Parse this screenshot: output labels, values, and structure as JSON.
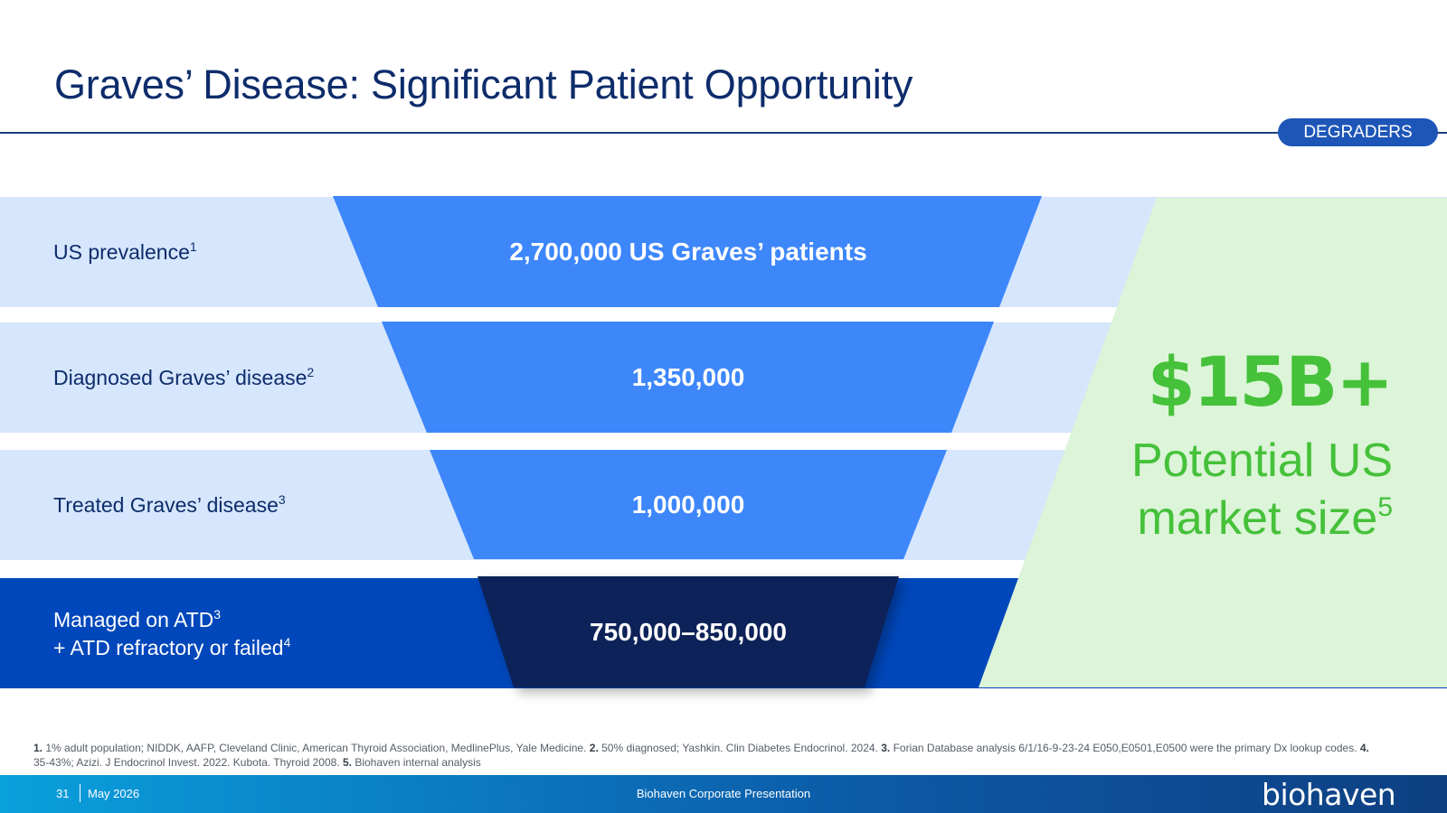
{
  "slide": {
    "title": "Graves’ Disease: Significant Patient Opportunity",
    "badge": "DEGRADERS"
  },
  "funnel": {
    "rows": [
      {
        "label": "US prevalence",
        "sup": "1",
        "value": "2,700,000 US Graves’ patients"
      },
      {
        "label": "Diagnosed Graves’ disease",
        "sup": "2",
        "value": "1,350,000"
      },
      {
        "label": "Treated Graves’ disease",
        "sup": "3",
        "value": "1,000,000"
      },
      {
        "label_line1": "Managed on ATD",
        "sup1": "3",
        "label_line2": "+ ATD refractory or failed",
        "sup2": "4",
        "value": "750,000–850,000"
      }
    ]
  },
  "market": {
    "amount": "$15B+",
    "line1": "Potential US",
    "line2": "market size",
    "sup": "5"
  },
  "footnotes": {
    "n1": "1.",
    "t1": " 1% adult population; NIDDK, AAFP, Cleveland Clinic, American Thyroid Association, MedlinePlus, Yale Medicine. ",
    "n2": "2.",
    "t2": " 50% diagnosed; Yashkin. Clin Diabetes Endocrinol. 2024. ",
    "n3": "3.",
    "t3": " Forian Database analysis 6/1/16-9-23-24 E050,E0501,E0500 were the primary Dx lookup codes. ",
    "n4": "4.",
    "t4": " 35-43%; Azizi. J Endocrinol Invest. 2022. Kubota. Thyroid 2008. ",
    "n5": "5.",
    "t5": " Biohaven internal analysis"
  },
  "footer": {
    "page_number": "31",
    "date": "May 2026",
    "center_text": "Biohaven Corporate Presentation",
    "logo": "biohaven"
  },
  "colors": {
    "title": "#0d2c6b",
    "light_row": "#d6e6fc",
    "funnel_blue": "#3d87fb",
    "dark_row": "#0047bb",
    "funnel_navy": "#0b2358",
    "market_panel": "#dcf4d8",
    "market_text": "#45c13a"
  }
}
